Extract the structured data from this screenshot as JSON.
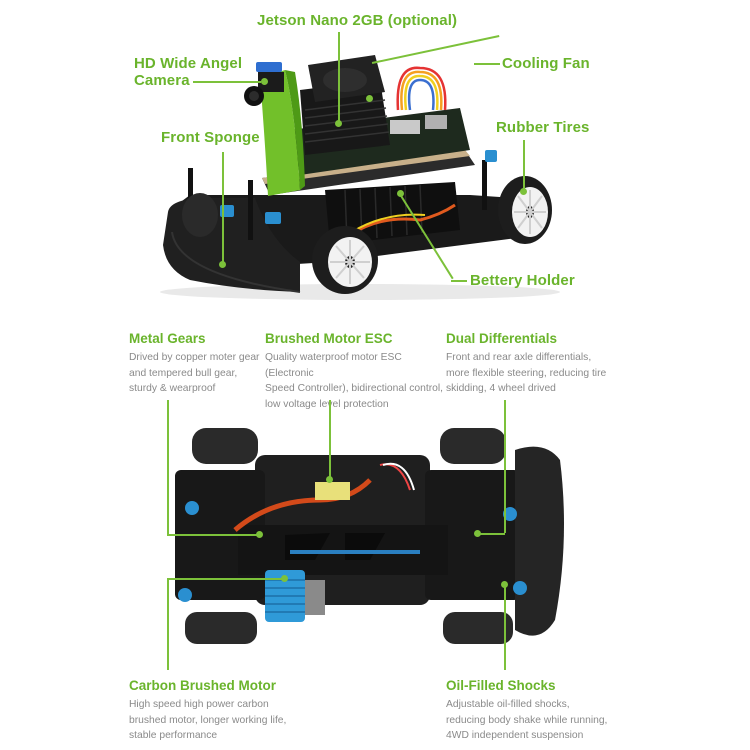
{
  "colors": {
    "accent_green": "#6ab42c",
    "leader_green": "#7cc13a",
    "description_gray": "#8a8a8a",
    "background": "#ffffff"
  },
  "top_image": {
    "subject": "AI robot car with Jetson Nano mounted on chassis",
    "callouts": [
      {
        "id": "jetson",
        "label": "Jetson Nano 2GB (optional)"
      },
      {
        "id": "camera",
        "label_line1": "HD Wide Angel",
        "label_line2": "Camera"
      },
      {
        "id": "fan",
        "label": "Cooling Fan"
      },
      {
        "id": "sponge",
        "label": "Front Sponge"
      },
      {
        "id": "tires",
        "label": "Rubber Tires"
      },
      {
        "id": "battery",
        "label": "Bettery Holder"
      }
    ]
  },
  "features_middle": [
    {
      "title": "Metal Gears",
      "desc": [
        "Drived by copper moter gear",
        "and tempered bull gear,",
        "sturdy & wearproof"
      ]
    },
    {
      "title": "Brushed Motor ESC",
      "desc": [
        "Quality waterproof motor ESC (Electronic",
        "Speed Controller), bidirectional control,",
        "low voltage level protection"
      ]
    },
    {
      "title": "Dual Differentials",
      "desc": [
        "Front and rear axle differentials,",
        "more flexible steering, reducing tire",
        "skidding, 4 wheel drived"
      ]
    }
  ],
  "bottom_image": {
    "subject": "RC car chassis top view without body"
  },
  "features_bottom": [
    {
      "title": "Carbon Brushed Motor",
      "desc": [
        "High speed high power carbon",
        "brushed motor, longer working life,",
        "stable performance"
      ]
    },
    {
      "title": "Oil-Filled Shocks",
      "desc": [
        "Adjustable oil-filled shocks,",
        "reducing body shake while running,",
        "4WD independent suspension"
      ]
    }
  ]
}
